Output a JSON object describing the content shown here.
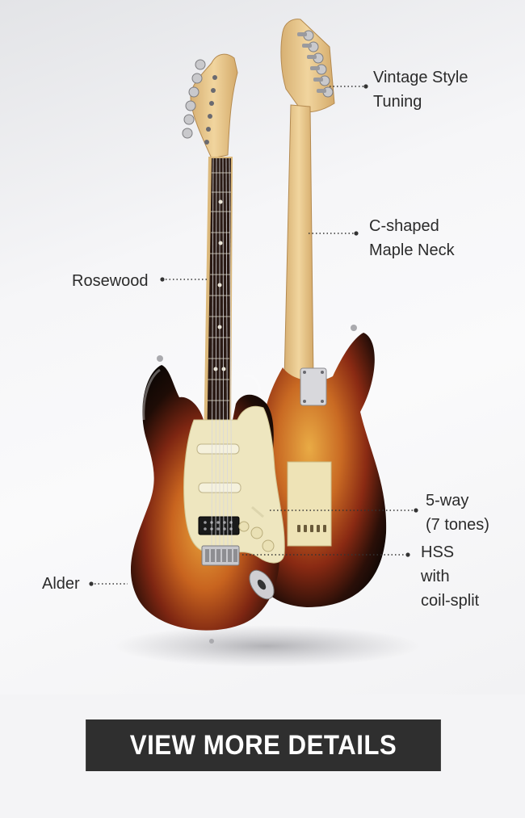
{
  "callouts": {
    "vintage_tuning": [
      "Vintage Style",
      "Tuning"
    ],
    "maple_neck": [
      "C-shaped",
      "Maple Neck"
    ],
    "rosewood": "Rosewood",
    "five_way": [
      "5-way",
      "(7 tones)"
    ],
    "hss": [
      "HSS",
      "with",
      "coil-split"
    ],
    "alder": "Alder"
  },
  "cta": {
    "label": "VIEW MORE DETAILS"
  },
  "colors": {
    "sunburst_dark": "#120a06",
    "sunburst_mid": "#a8361a",
    "sunburst_center": "#e3a33a",
    "pickguard": "#eee6bf",
    "maple": "#e6c58b",
    "rosewood": "#2a1a14",
    "cta_background": "#2f2f2f"
  }
}
